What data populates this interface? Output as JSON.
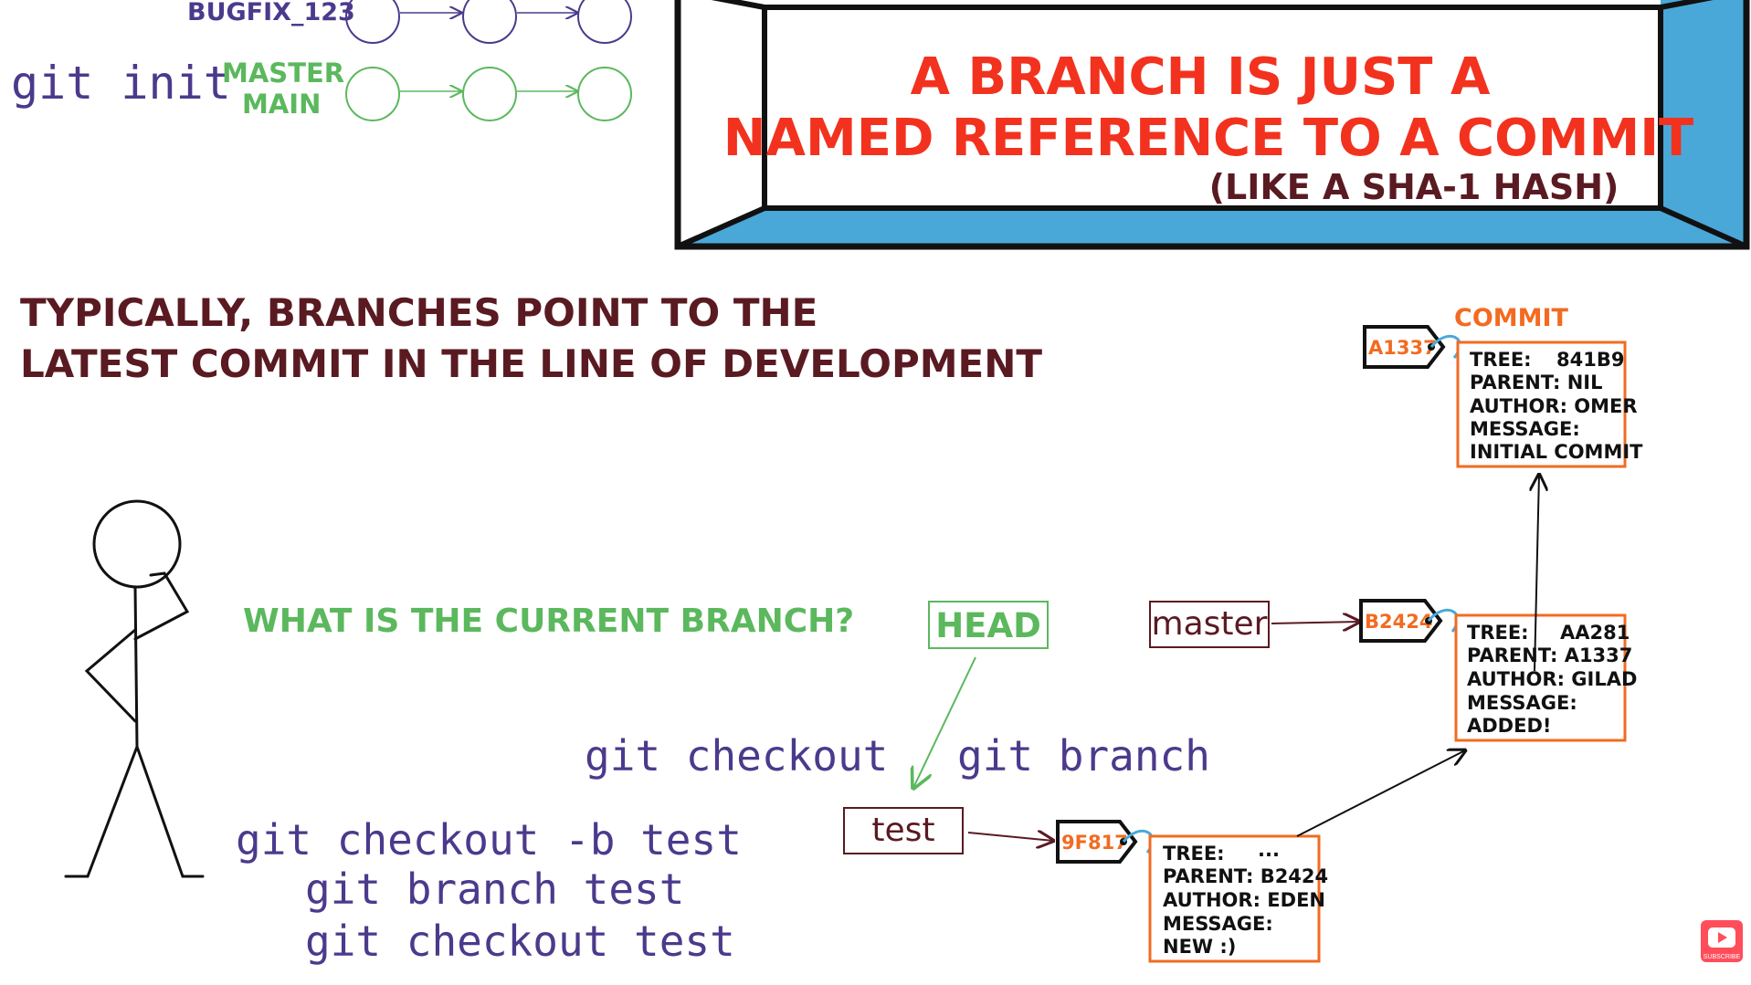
{
  "colors": {
    "purple": "#4b3a8c",
    "green": "#5bb85d",
    "red": "#f2321e",
    "maroon": "#5a1a22",
    "orange": "#f26b21",
    "blue": "#4aa8d8",
    "black": "#111111"
  },
  "top_branches": {
    "bugfix_label": "BUGFIX_123",
    "git_init": "git init",
    "master_label": "MASTER",
    "main_label": "MAIN"
  },
  "banner": {
    "line1": "A BRANCH IS JUST A",
    "line2": "NAMED REFERENCE TO A COMMIT",
    "line3": "(LIKE A SHA-1 HASH)"
  },
  "heading": {
    "line1": "TYPICALLY, BRANCHES POINT TO THE",
    "line2": "LATEST COMMIT IN THE LINE OF DEVELOPMENT"
  },
  "question": "WHAT IS THE CURRENT BRANCH?",
  "head_label": "HEAD",
  "master_pointer": "master",
  "test_pointer": "test",
  "commands": {
    "checkout": "git checkout",
    "branch": "git branch",
    "checkout_b": "git checkout -b test",
    "branch_test": "git branch test",
    "checkout_test": "git checkout test"
  },
  "commit_caption": "COMMIT",
  "commits": {
    "c1": {
      "tag": "A1337",
      "tree_key": "TREE:",
      "tree_val": "841B9",
      "parent": "PARENT: NIL",
      "author": "AUTHOR: OMER",
      "message_key": "MESSAGE:",
      "message_val": "INITIAL COMMIT"
    },
    "c2": {
      "tag": "B2424",
      "tree_key": "TREE:",
      "tree_val": "AA281",
      "parent": "PARENT: A1337",
      "author": "AUTHOR: GILAD",
      "message_key": "MESSAGE:",
      "message_val": "ADDED!"
    },
    "c3": {
      "tag": "9F817",
      "tree_key": "TREE:",
      "tree_val": "...",
      "parent": "PARENT: B2424",
      "author": "AUTHOR: EDEN",
      "message_key": "MESSAGE:",
      "message_val": "NEW :)"
    }
  },
  "subscribe_icon": "youtube-subscribe-icon",
  "subscribe_text": "SUBSCRIBE"
}
